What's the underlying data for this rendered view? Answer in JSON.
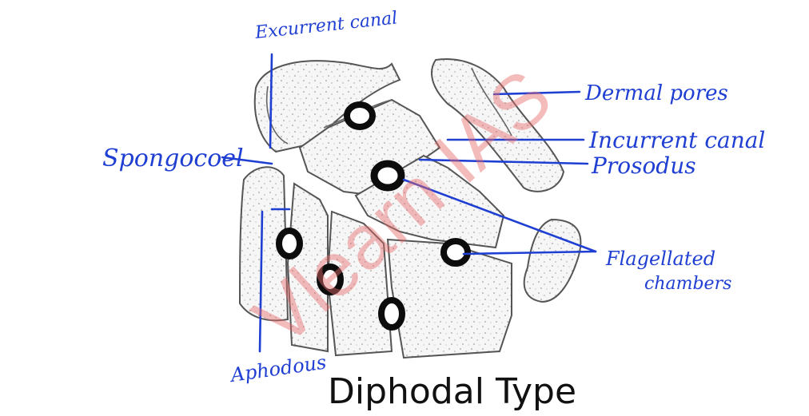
{
  "diagram": {
    "title": "Diphodal Type",
    "watermark": "Vlearn IAS",
    "labels": {
      "excurrent_canal": "Excurrent canal",
      "spongocoel": "Spongocoel",
      "dermal_pores": "Dermal pores",
      "incurrent_canal": "Incurrent canal",
      "prosodus": "Prosodus",
      "flagellated_chambers": [
        "Flagellated",
        "chambers"
      ],
      "aphodous": "Aphodous"
    },
    "colors": {
      "label": "#1f3fd3",
      "outline": "#444444",
      "chamber": "#0c0c0c",
      "watermark": "#e76b6b"
    }
  }
}
